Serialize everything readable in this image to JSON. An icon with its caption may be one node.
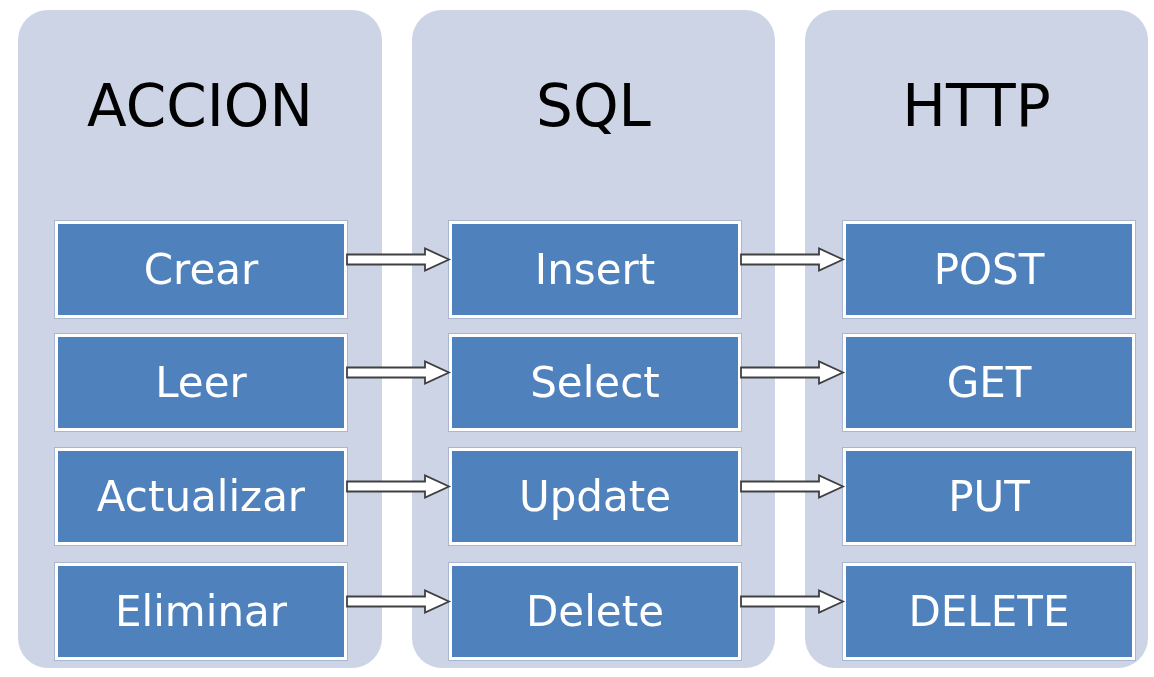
{
  "diagram": {
    "nodes": [
      {
        "text": [
          "ACCION"
        ]
      },
      {
        "text": [
          "Crear"
        ],
        "in": 0
      },
      {
        "text": [
          "Leer"
        ],
        "in": 0
      },
      {
        "text": [
          "Actualizar"
        ],
        "in": 0
      },
      {
        "text": [
          "Eliminar"
        ],
        "in": 0
      },
      {
        "text": [
          "SQL"
        ]
      },
      {
        "text": [
          "Insert"
        ],
        "in": 5
      },
      {
        "text": [
          "Select"
        ],
        "in": 5
      },
      {
        "text": [
          "Update"
        ],
        "in": 5
      },
      {
        "text": [
          "Delete"
        ],
        "in": 5
      },
      {
        "text": [
          "HTTP"
        ]
      },
      {
        "text": [
          "POST"
        ],
        "in": 10
      },
      {
        "text": [
          "GET"
        ],
        "in": 10
      },
      {
        "text": [
          "PUT"
        ],
        "in": 10
      },
      {
        "text": [
          "DELETE"
        ],
        "in": 10
      }
    ],
    "edges": [
      {
        "from": 1,
        "to": 6,
        "arrow": "to"
      },
      {
        "from": 2,
        "to": 7,
        "arrow": "to"
      },
      {
        "from": 3,
        "to": 8,
        "arrow": "to"
      },
      {
        "from": 4,
        "to": 9,
        "arrow": "to"
      },
      {
        "from": 6,
        "to": 11,
        "arrow": "to"
      },
      {
        "from": 7,
        "to": 12,
        "arrow": "to"
      },
      {
        "from": 8,
        "to": 13,
        "arrow": "to"
      },
      {
        "from": 9,
        "to": 14,
        "arrow": "to"
      }
    ]
  }
}
